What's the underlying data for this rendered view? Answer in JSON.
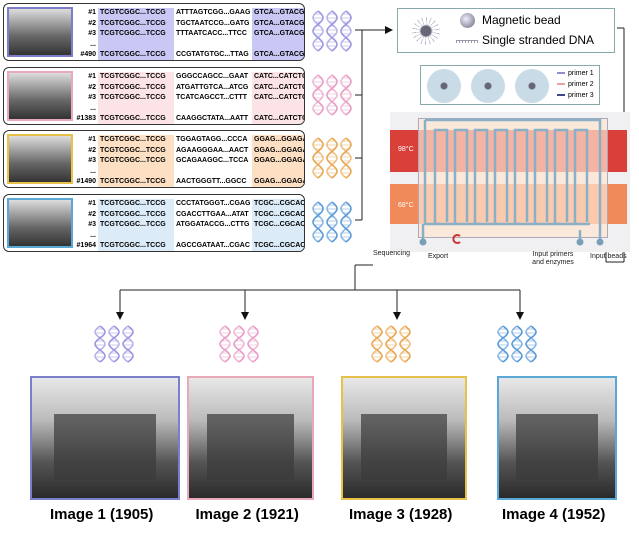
{
  "panels": [
    {
      "color": "#c9c8f5",
      "frame": "#7b7ec9",
      "helix": "#9a96e0",
      "rows": [
        {
          "n": "#1",
          "a": "TCGTCGGC...TCCG",
          "b": "ATTTAGTCGG...GAAG",
          "c": "GTCA...GTACGGAT"
        },
        {
          "n": "#2",
          "a": "TCGTCGGC...TCCG",
          "b": "TGCTAATCCG...GATG",
          "c": "GTCA...GTACGGAT"
        },
        {
          "n": "#3",
          "a": "TCGTCGGC...TCCG",
          "b": "TTTAATCACC...TTCC",
          "c": "GTCA...GTACGGAT"
        },
        {
          "n": "...",
          "a": "",
          "b": "",
          "c": ""
        },
        {
          "n": "#490",
          "a": "TCGTCGGC...TCCG",
          "b": "CCGTATGTGC...TTAG",
          "c": "GTCA...GTACGGAT"
        }
      ]
    },
    {
      "color": "#fbe3e6",
      "frame": "#e9a9b9",
      "helix": "#e89cc4",
      "rows": [
        {
          "n": "#1",
          "a": "TCGTCGGC...TCCG",
          "b": "GGGCCAGCC...GAAT",
          "c": "CATC...CATCTCTC"
        },
        {
          "n": "#2",
          "a": "TCGTCGGC...TCCG",
          "b": "ATGATTGTCA...ATCG",
          "c": "CATC...CATCTCTC"
        },
        {
          "n": "#3",
          "a": "TCGTCGGC...TCCG",
          "b": "TCATCAGCCT...CTTT",
          "c": "CATC...CATCTCTC"
        },
        {
          "n": "...",
          "a": "",
          "b": "",
          "c": ""
        },
        {
          "n": "#1383",
          "a": "TCGTCGGC...TCCG",
          "b": "CAAGGCTATA...AATT",
          "c": "CATC...CATCTCTC"
        }
      ]
    },
    {
      "color": "#fde0c4",
      "frame": "#e8c14a",
      "helix": "#e8a650",
      "rows": [
        {
          "n": "#1",
          "a": "TCGTCGGC...TCCG",
          "b": "TGGAGTAGG...CCCA",
          "c": "GGAG...GGAGAGAC"
        },
        {
          "n": "#2",
          "a": "TCGTCGGC...TCCG",
          "b": "AGAAGGGAA...AACT",
          "c": "GGAG...GGAGAGAC"
        },
        {
          "n": "#3",
          "a": "TCGTCGGC...TCCG",
          "b": "GCAGAAGGC...TCCA",
          "c": "GGAG...GGAGAGAC"
        },
        {
          "n": "...",
          "a": "",
          "b": "",
          "c": ""
        },
        {
          "n": "#1490",
          "a": "TCGTCGGC...TCCG",
          "b": "AACTGGGTT...GGCC",
          "c": "GGAG...GGAGAGAC"
        }
      ]
    },
    {
      "color": "#dcebf8",
      "frame": "#5aa8d8",
      "helix": "#5a9ad8",
      "rows": [
        {
          "n": "#1",
          "a": "TCGTCGGC...TCCG",
          "b": "CCCTATGGGT...CGAG",
          "c": "TCGC...CGCACTCG"
        },
        {
          "n": "#2",
          "a": "TCGTCGGC...TCCG",
          "b": "CGACCTTGAA...ATAT",
          "c": "TCGC...CGCACTCG"
        },
        {
          "n": "#3",
          "a": "TCGTCGGC...TCCG",
          "b": "ATGGATACCG...CTTG",
          "c": "TCGC...CGCACTCG"
        },
        {
          "n": "...",
          "a": "",
          "b": "",
          "c": ""
        },
        {
          "n": "#1964",
          "a": "TCGTCGGC...TCCG",
          "b": "AGCCGATAAT...CGAC",
          "c": "TCGC...CGCACTCG"
        }
      ]
    }
  ],
  "legend": {
    "bead": "Magnetic bead",
    "ssdna": "Single stranded DNA"
  },
  "primers": [
    {
      "label": "primer 1",
      "color": "#8f8fcf"
    },
    {
      "label": "primer 2",
      "color": "#e8a0a0"
    },
    {
      "label": "primer 3",
      "color": "#404a8a"
    }
  ],
  "chip": {
    "hot": "98°C",
    "cold": "68°C",
    "hot_color": "#d9403a",
    "cold_color": "#f08a5a"
  },
  "labels": {
    "sequencing": "Sequencing",
    "export": "Export",
    "input_primers": "Input primers and enzymes",
    "input_beads": "Input beads"
  },
  "images": [
    {
      "caption": "Image 1 (1905)"
    },
    {
      "caption": "Image 2 (1921)"
    },
    {
      "caption": "Image 3 (1928)"
    },
    {
      "caption": "Image 4 (1952)"
    }
  ]
}
